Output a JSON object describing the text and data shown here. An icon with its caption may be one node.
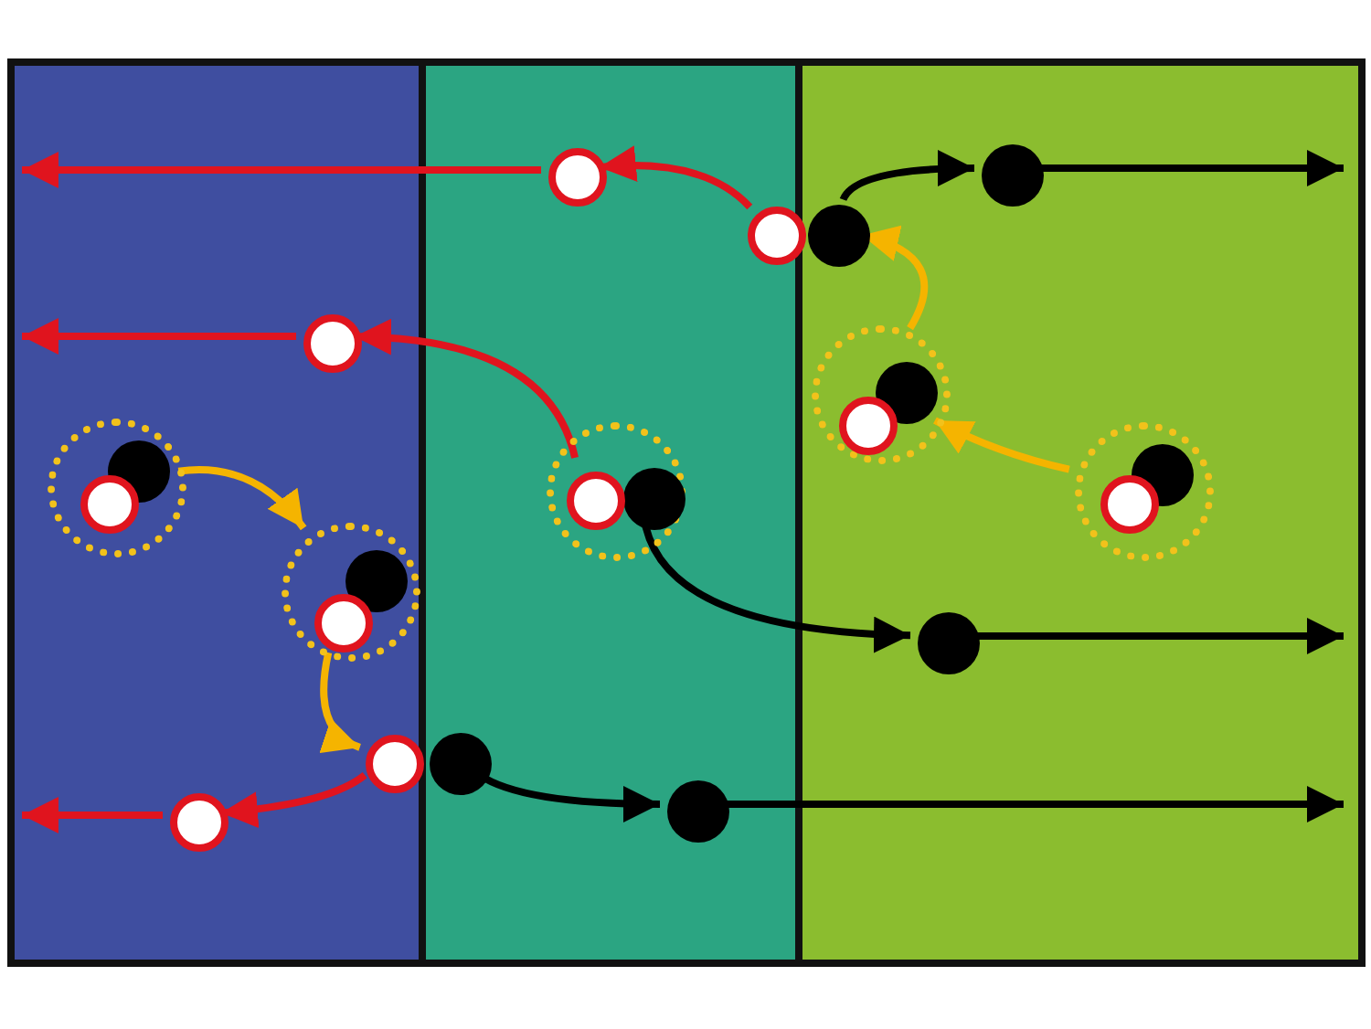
{
  "diagram": {
    "nodes": [
      {
        "text": [],
        "shape": "box"
      },
      {
        "text": [],
        "shape": "box"
      },
      {
        "text": [],
        "shape": "box"
      },
      {
        "text": [],
        "shape": "circle",
        "in": 1
      },
      {
        "text": [],
        "shape": "circle",
        "in": 2
      },
      {
        "text": [],
        "shape": "circle",
        "in": 1
      },
      {
        "text": [],
        "shape": "circle",
        "in": 2
      },
      {
        "text": [],
        "shape": "circle",
        "in": 0
      },
      {
        "text": [],
        "shape": "circle",
        "in": 2
      },
      {
        "text": [],
        "shape": "circle",
        "in": 8
      },
      {
        "text": [],
        "shape": "circle",
        "in": 8
      },
      {
        "text": [],
        "shape": "circle",
        "in": 0
      },
      {
        "text": [],
        "shape": "circle",
        "in": 11
      },
      {
        "text": [],
        "shape": "circle",
        "in": 11
      },
      {
        "text": [],
        "shape": "circle",
        "in": 1
      },
      {
        "text": [],
        "shape": "circle",
        "in": 14
      },
      {
        "text": [],
        "shape": "circle",
        "in": 14
      },
      {
        "text": [],
        "shape": "circle",
        "in": 2
      },
      {
        "text": [],
        "shape": "circle",
        "in": 17
      },
      {
        "text": [],
        "shape": "circle",
        "in": 17
      },
      {
        "text": [],
        "shape": "circle",
        "in": 0
      },
      {
        "text": [],
        "shape": "circle",
        "in": 20
      },
      {
        "text": [],
        "shape": "circle",
        "in": 20
      },
      {
        "text": [],
        "shape": "circle",
        "in": 2
      },
      {
        "text": [],
        "shape": "circle",
        "in": 0
      },
      {
        "text": [],
        "shape": "circle",
        "in": 1
      },
      {
        "text": [],
        "shape": "circle",
        "in": 1
      },
      {
        "text": [],
        "shape": "circle",
        "in": 0
      }
    ],
    "edges": [
      {
        "from": 5,
        "to": 3,
        "arrow": "to",
        "color": "#e0141e"
      },
      {
        "from": 3,
        "to": 0,
        "arrow": "to",
        "color": "#e0141e"
      },
      {
        "from": 6,
        "to": 4,
        "arrow": "to",
        "color": "#000000"
      },
      {
        "from": 4,
        "to": 2,
        "arrow": "to",
        "color": "#000000"
      },
      {
        "from": 17,
        "to": 8,
        "arrow": "to",
        "color": "#f5b400"
      },
      {
        "from": 8,
        "to": 6,
        "arrow": "to",
        "color": "#f5b400"
      },
      {
        "from": 16,
        "to": 7,
        "arrow": "to",
        "color": "#e0141e"
      },
      {
        "from": 7,
        "to": 0,
        "arrow": "to",
        "color": "#e0141e"
      },
      {
        "from": 15,
        "to": 23,
        "arrow": "to",
        "color": "#000000"
      },
      {
        "from": 23,
        "to": 2,
        "arrow": "to",
        "color": "#000000"
      },
      {
        "from": 11,
        "to": 20,
        "arrow": "to",
        "color": "#f5b400"
      },
      {
        "from": 20,
        "to": 24,
        "arrow": "to",
        "color": "#f5b400"
      },
      {
        "from": 24,
        "to": 27,
        "arrow": "to",
        "color": "#e0141e"
      },
      {
        "from": 27,
        "to": 0,
        "arrow": "to",
        "color": "#e0141e"
      },
      {
        "from": 25,
        "to": 26,
        "arrow": "to",
        "color": "#000000"
      },
      {
        "from": 26,
        "to": 2,
        "arrow": "to",
        "color": "#000000"
      }
    ]
  }
}
